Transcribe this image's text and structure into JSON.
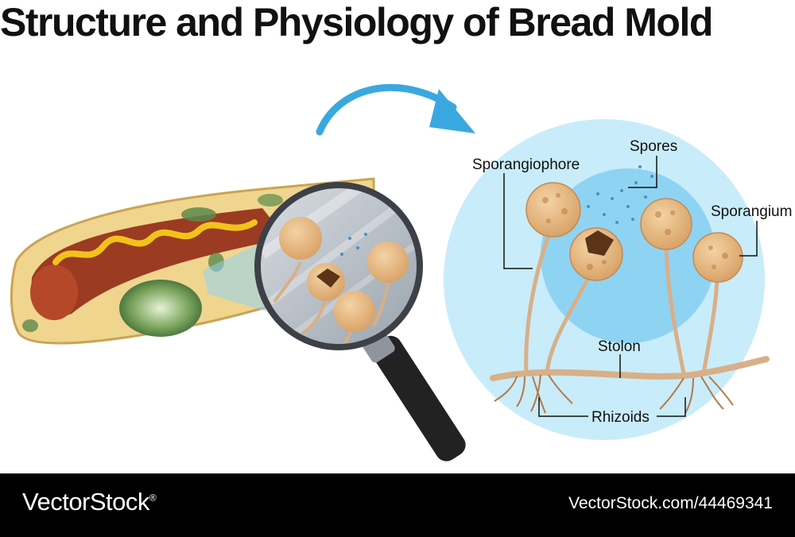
{
  "title": "Structure and Physiology of Bread Mold",
  "labels": {
    "sporangiophore": "Sporangiophore",
    "spores": "Spores",
    "sporangium": "Sporangium",
    "stolon": "Stolon",
    "rhizoids": "Rhizoids"
  },
  "footer": {
    "brand": "VectorStock",
    "brand_mark": "®",
    "stock_id": "VectorStock.com/44469341"
  },
  "colors": {
    "circle_outer": "#c9ecfa",
    "circle_inner": "#8fd3f3",
    "arrow": "#3aa8e0",
    "sporangium": "#e2b47f",
    "stalk": "#d7b088",
    "bread": "#f0d58f",
    "mold_green": "#5c8a4a",
    "sausage": "#9b3b22",
    "mustard": "#f2c21c",
    "footer_bg": "#000000"
  },
  "icons": [
    "magnifying-glass-icon",
    "curved-arrow-icon"
  ]
}
